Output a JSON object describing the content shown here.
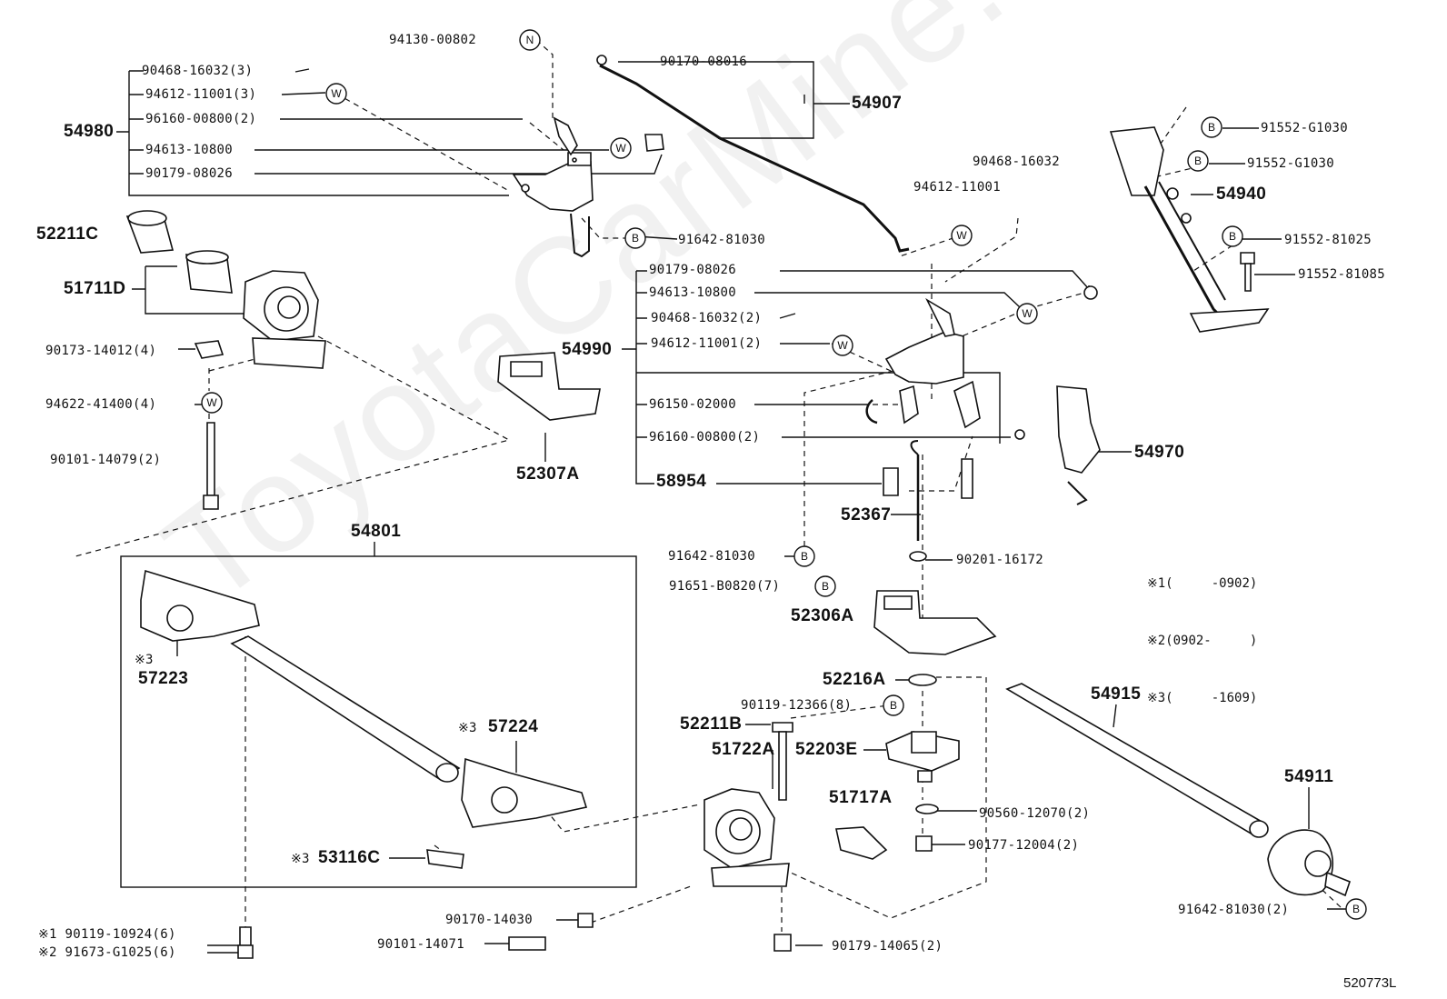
{
  "watermark": "ToyotaCarMine.ru",
  "diagram_id": "520773L",
  "notes": [
    "※1(     -0902)",
    "※2(0902-     )",
    "※3(     -1609)"
  ],
  "labels": {
    "l_94130": "94130-00802",
    "l_90468a": "90468-16032(3)",
    "l_94612a": "94612-11001(3)",
    "l_96160a": "96160-00800(2)",
    "l_94613a": "94613-10800",
    "l_90179a": "90179-08026",
    "l_54980": "54980",
    "l_90170a": "90170-08016",
    "l_54907": "54907",
    "l_91642a": "91642-81030",
    "l_52211C": "52211C",
    "l_51711D": "51711D",
    "l_90173": "90173-14012(4)",
    "l_94622": "94622-41400(4)",
    "l_90101a": "90101-14079(2)",
    "l_52307A": "52307A",
    "l_90468b": "90468-16032",
    "l_94612b": "94612-11001",
    "l_90179b": "90179-08026",
    "l_94613b": "94613-10800",
    "l_90468c": "90468-16032(2)",
    "l_54990": "54990",
    "l_94612c": "94612-11001(2)",
    "l_96150": "96150-02000",
    "l_96160b": "96160-00800(2)",
    "l_58954": "58954",
    "l_91552a": "91552-G1030",
    "l_91552b": "91552-G1030",
    "l_54940": "54940",
    "l_91552c": "91552-81025",
    "l_91552d": "91552-81085",
    "l_54970": "54970",
    "l_52367": "52367",
    "l_91642b": "91642-81030",
    "l_91651": "91651-B0820(7)",
    "l_90201": "90201-16172",
    "l_52306A": "52306A",
    "l_54801": "54801",
    "l_mark57223": "※3",
    "l_57223": "57223",
    "l_mark57224": "※3",
    "l_57224": "57224",
    "l_mark53116": "※3",
    "l_53116C": "53116C",
    "l_52216A": "52216A",
    "l_90119a": "90119-12366(8)",
    "l_52211B": "52211B",
    "l_51722A": "51722A",
    "l_52203E": "52203E",
    "l_51717A": "51717A",
    "l_90560": "90560-12070(2)",
    "l_90177": "90177-12004(2)",
    "l_54915": "54915",
    "l_54911": "54911",
    "l_91642c": "91642-81030(2)",
    "l_90170b": "90170-14030",
    "l_90101b": "90101-14071",
    "l_90179c": "90179-14065(2)",
    "l_90119b": "※1 90119-10924(6)",
    "l_91673": "※2 91673-G1025(6)"
  },
  "callout_marks": {
    "N": "N",
    "W": "W",
    "B": "B"
  }
}
